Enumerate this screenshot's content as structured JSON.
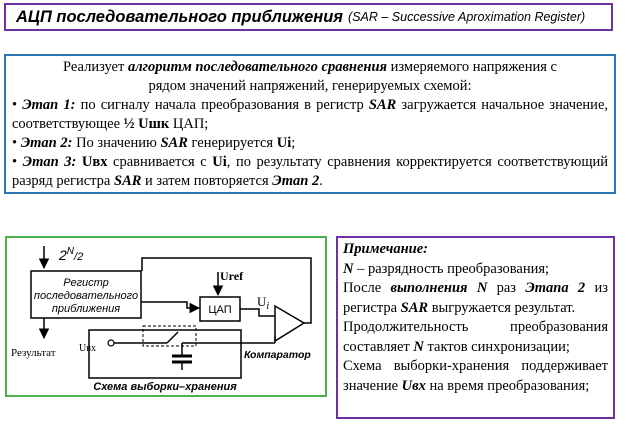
{
  "header": {
    "title_main": "АЦП последовательного приближения",
    "title_sub": "(SAR – Successive Aproximation Register)"
  },
  "description": {
    "intro_pre": "Реализует ",
    "intro_algo": "алгоритм последовательного сравнения",
    "intro_post1": " измеряемого напряжения с",
    "intro_line2": "рядом значений напряжений, генерируемых схемой:",
    "step1_bullet": "• ",
    "step1_label": "Этап 1:",
    "step1_text": " по сигналу начала преобразования в регистр ",
    "step1_sar": "SAR",
    "step1_text2": " загружается начальное значение, соответствующее ",
    "step1_half": "½ Uшк",
    "step1_dac": " ЦАП;",
    "step2_bullet": "• ",
    "step2_label": "Этап 2:",
    "step2_text": " По значению ",
    "step2_sar": "SAR",
    "step2_text2": " генерируется ",
    "step2_ui": "Ui",
    "step2_end": ";",
    "step3_bullet": "• ",
    "step3_label": "Этап 3:",
    "step3_uvx": "Uвх",
    "step3_text": " сравнивается с ",
    "step3_ui": "Ui",
    "step3_text2": ", по результату сравнения корректируется соответствующий разряд регистра ",
    "step3_sar": "SAR",
    "step3_text3": " и затем повторяется ",
    "step3_stage": "Этап 2",
    "step3_end": "."
  },
  "diagram": {
    "n_label": "2",
    "n_sup": "N",
    "n_div": "/2",
    "register_line1": "Регистр",
    "register_line2": "последовательного",
    "register_line3": "приближения",
    "uref": "Uref",
    "dac": "ЦАП",
    "ui_u": "U",
    "ui_i": "i",
    "result": "Результат",
    "uvx": "Uвх",
    "comparator": "Компаратор",
    "sample_hold": "Схема выборки–хранения"
  },
  "note": {
    "heading": "Примечание:",
    "n_var": "N",
    "n_text": " – разрядность преобразования;",
    "after_pre": "После ",
    "after_bi": "выполнения N",
    "after_mid": " раз ",
    "after_stage": "Этапа 2",
    "after_from": " из регистра ",
    "after_sar": "SAR",
    "after_post": " выгружается результат.",
    "duration_pre": "Продолжительность преобразования составляет ",
    "duration_n": "N",
    "duration_post": " тактов синхронизации;",
    "sh_text1": "Схема выборки-хранения поддерживает значение ",
    "sh_uvx": "Uвх",
    "sh_text2": " на время преобразования;"
  },
  "colors": {
    "title_border": "#7030a0",
    "desc_border": "#2e75b6",
    "diagram_border": "#4caf50",
    "note_border": "#7030a0"
  }
}
